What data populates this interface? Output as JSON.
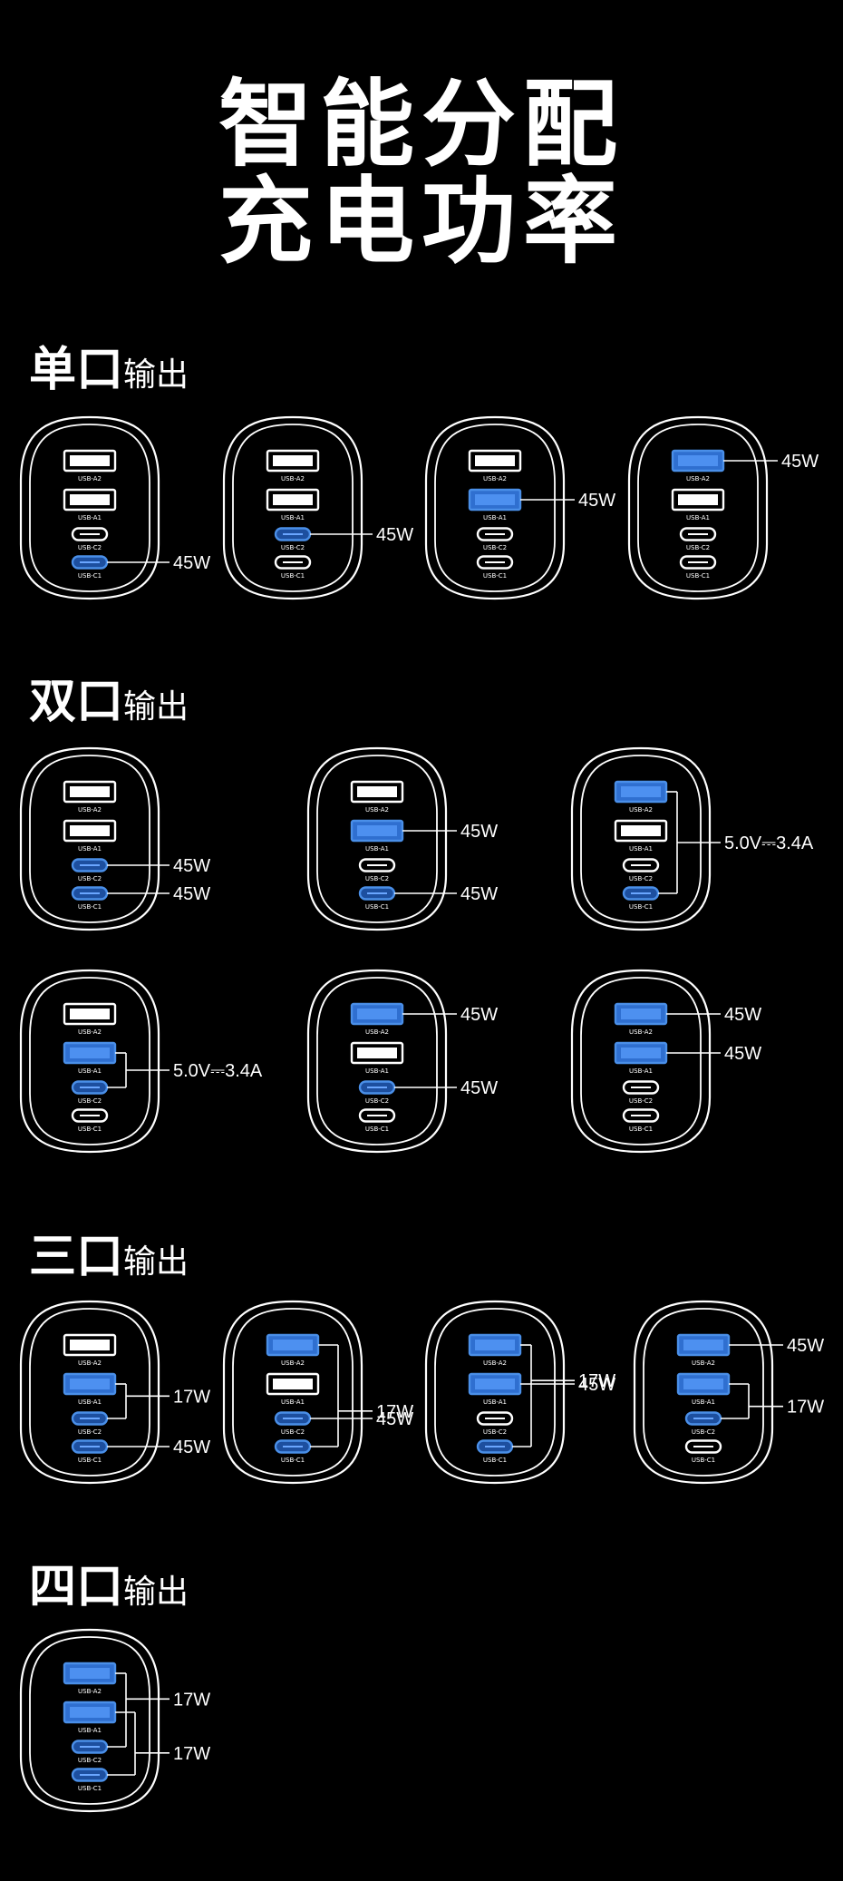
{
  "title": {
    "line1": "智能分配",
    "line2": "充电功率"
  },
  "sections": {
    "single": {
      "big": "单口",
      "small": "输出"
    },
    "dual": {
      "big": "双口",
      "small": "输出"
    },
    "triple": {
      "big": "三口",
      "small": "输出"
    },
    "quad": {
      "big": "四口",
      "small": "输出"
    }
  },
  "port_labels": {
    "a2": "USB-A2",
    "a1": "USB-A1",
    "c2": "USB-C2",
    "c1": "USB-C1"
  },
  "colors": {
    "active": "#2f6fd0",
    "active_border": "#4a8fe8",
    "inactive": "#ffffff",
    "background": "#000000"
  },
  "chargers": [
    {
      "active": [
        "c1"
      ],
      "callouts": [
        {
          "ports": [
            "c1"
          ],
          "text": "45W"
        }
      ]
    },
    {
      "active": [
        "c2"
      ],
      "callouts": [
        {
          "ports": [
            "c2"
          ],
          "text": "45W"
        }
      ]
    },
    {
      "active": [
        "a1"
      ],
      "callouts": [
        {
          "ports": [
            "a1"
          ],
          "text": "45W"
        }
      ]
    },
    {
      "active": [
        "a2"
      ],
      "callouts": [
        {
          "ports": [
            "a2"
          ],
          "text": "45W"
        }
      ]
    },
    {
      "active": [
        "c2",
        "c1"
      ],
      "callouts": [
        {
          "ports": [
            "c2"
          ],
          "text": "45W"
        },
        {
          "ports": [
            "c1"
          ],
          "text": "45W"
        }
      ]
    },
    {
      "active": [
        "a1",
        "c1"
      ],
      "callouts": [
        {
          "ports": [
            "a1"
          ],
          "text": "45W"
        },
        {
          "ports": [
            "c1"
          ],
          "text": "45W"
        }
      ]
    },
    {
      "active": [
        "a2",
        "c1"
      ],
      "callouts": [
        {
          "ports": [
            "a2",
            "c1"
          ],
          "text": "5.0V⎓3.4A"
        }
      ]
    },
    {
      "active": [
        "a1",
        "c2"
      ],
      "callouts": [
        {
          "ports": [
            "a1",
            "c2"
          ],
          "text": "5.0V⎓3.4A"
        }
      ]
    },
    {
      "active": [
        "a2",
        "c2"
      ],
      "callouts": [
        {
          "ports": [
            "a2"
          ],
          "text": "45W"
        },
        {
          "ports": [
            "c2"
          ],
          "text": "45W"
        }
      ]
    },
    {
      "active": [
        "a2",
        "a1"
      ],
      "callouts": [
        {
          "ports": [
            "a2"
          ],
          "text": "45W"
        },
        {
          "ports": [
            "a1"
          ],
          "text": "45W"
        }
      ]
    },
    {
      "active": [
        "a1",
        "c2",
        "c1"
      ],
      "callouts": [
        {
          "ports": [
            "a1",
            "c2"
          ],
          "text": "17W"
        },
        {
          "ports": [
            "c1"
          ],
          "text": "45W"
        }
      ]
    },
    {
      "active": [
        "a2",
        "c2",
        "c1"
      ],
      "callouts": [
        {
          "ports": [
            "c2"
          ],
          "text": "45W"
        },
        {
          "ports": [
            "a2",
            "c1"
          ],
          "text": "17W"
        }
      ]
    },
    {
      "active": [
        "a2",
        "a1",
        "c1"
      ],
      "callouts": [
        {
          "ports": [
            "a2",
            "c1"
          ],
          "text": "17W"
        },
        {
          "ports": [
            "a1"
          ],
          "text": "45W"
        }
      ]
    },
    {
      "active": [
        "a2",
        "a1",
        "c2"
      ],
      "callouts": [
        {
          "ports": [
            "a2"
          ],
          "text": "45W"
        },
        {
          "ports": [
            "a1",
            "c2"
          ],
          "text": "17W"
        }
      ]
    },
    {
      "active": [
        "a2",
        "a1",
        "c2",
        "c1"
      ],
      "callouts": [
        {
          "ports": [
            "a2",
            "c2"
          ],
          "text": "17W"
        },
        {
          "ports": [
            "a1",
            "c1"
          ],
          "text": "17W"
        }
      ]
    }
  ]
}
